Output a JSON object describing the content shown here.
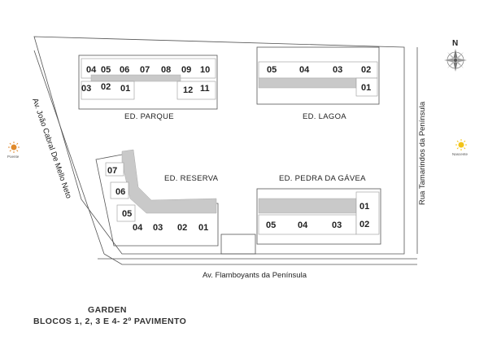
{
  "compass": {
    "north_label": "N"
  },
  "sun": {
    "west_label": "Poente",
    "east_label": "Nascente",
    "west_color": "#e08a2c",
    "east_color": "#f2c418"
  },
  "streets": {
    "left": "Av. João Cabral De Mello Neto",
    "right": "Rua Tamarindos da Península",
    "bottom": "Av. Flamboyants da Península"
  },
  "buildings": {
    "parque": {
      "name": "ED. PARQUE",
      "top_row": [
        "04",
        "05",
        "06",
        "07",
        "08",
        "09",
        "10"
      ],
      "bottom_row": [
        "03",
        "02",
        "01",
        "12",
        "11"
      ]
    },
    "lagoa": {
      "name": "ED. LAGOA",
      "top_row": [
        "05",
        "04",
        "03",
        "02"
      ],
      "bottom_row": [
        "01"
      ]
    },
    "reserva": {
      "name": "ED. RESERVA",
      "left_col": [
        "07",
        "06",
        "05"
      ],
      "bottom_row": [
        "04",
        "03",
        "02",
        "01"
      ]
    },
    "pedra": {
      "name": "ED. PEDRA DA GÁVEA",
      "right_col": [
        "01",
        "02"
      ],
      "bottom_row": [
        "05",
        "04",
        "03"
      ]
    }
  },
  "caption": {
    "line1": "GARDEN",
    "line2": "BLOCOS 1, 2, 3 E 4- 2º PAVIMENTO"
  },
  "colors": {
    "corridor": "#c9c9c9",
    "outline": "#555555"
  }
}
